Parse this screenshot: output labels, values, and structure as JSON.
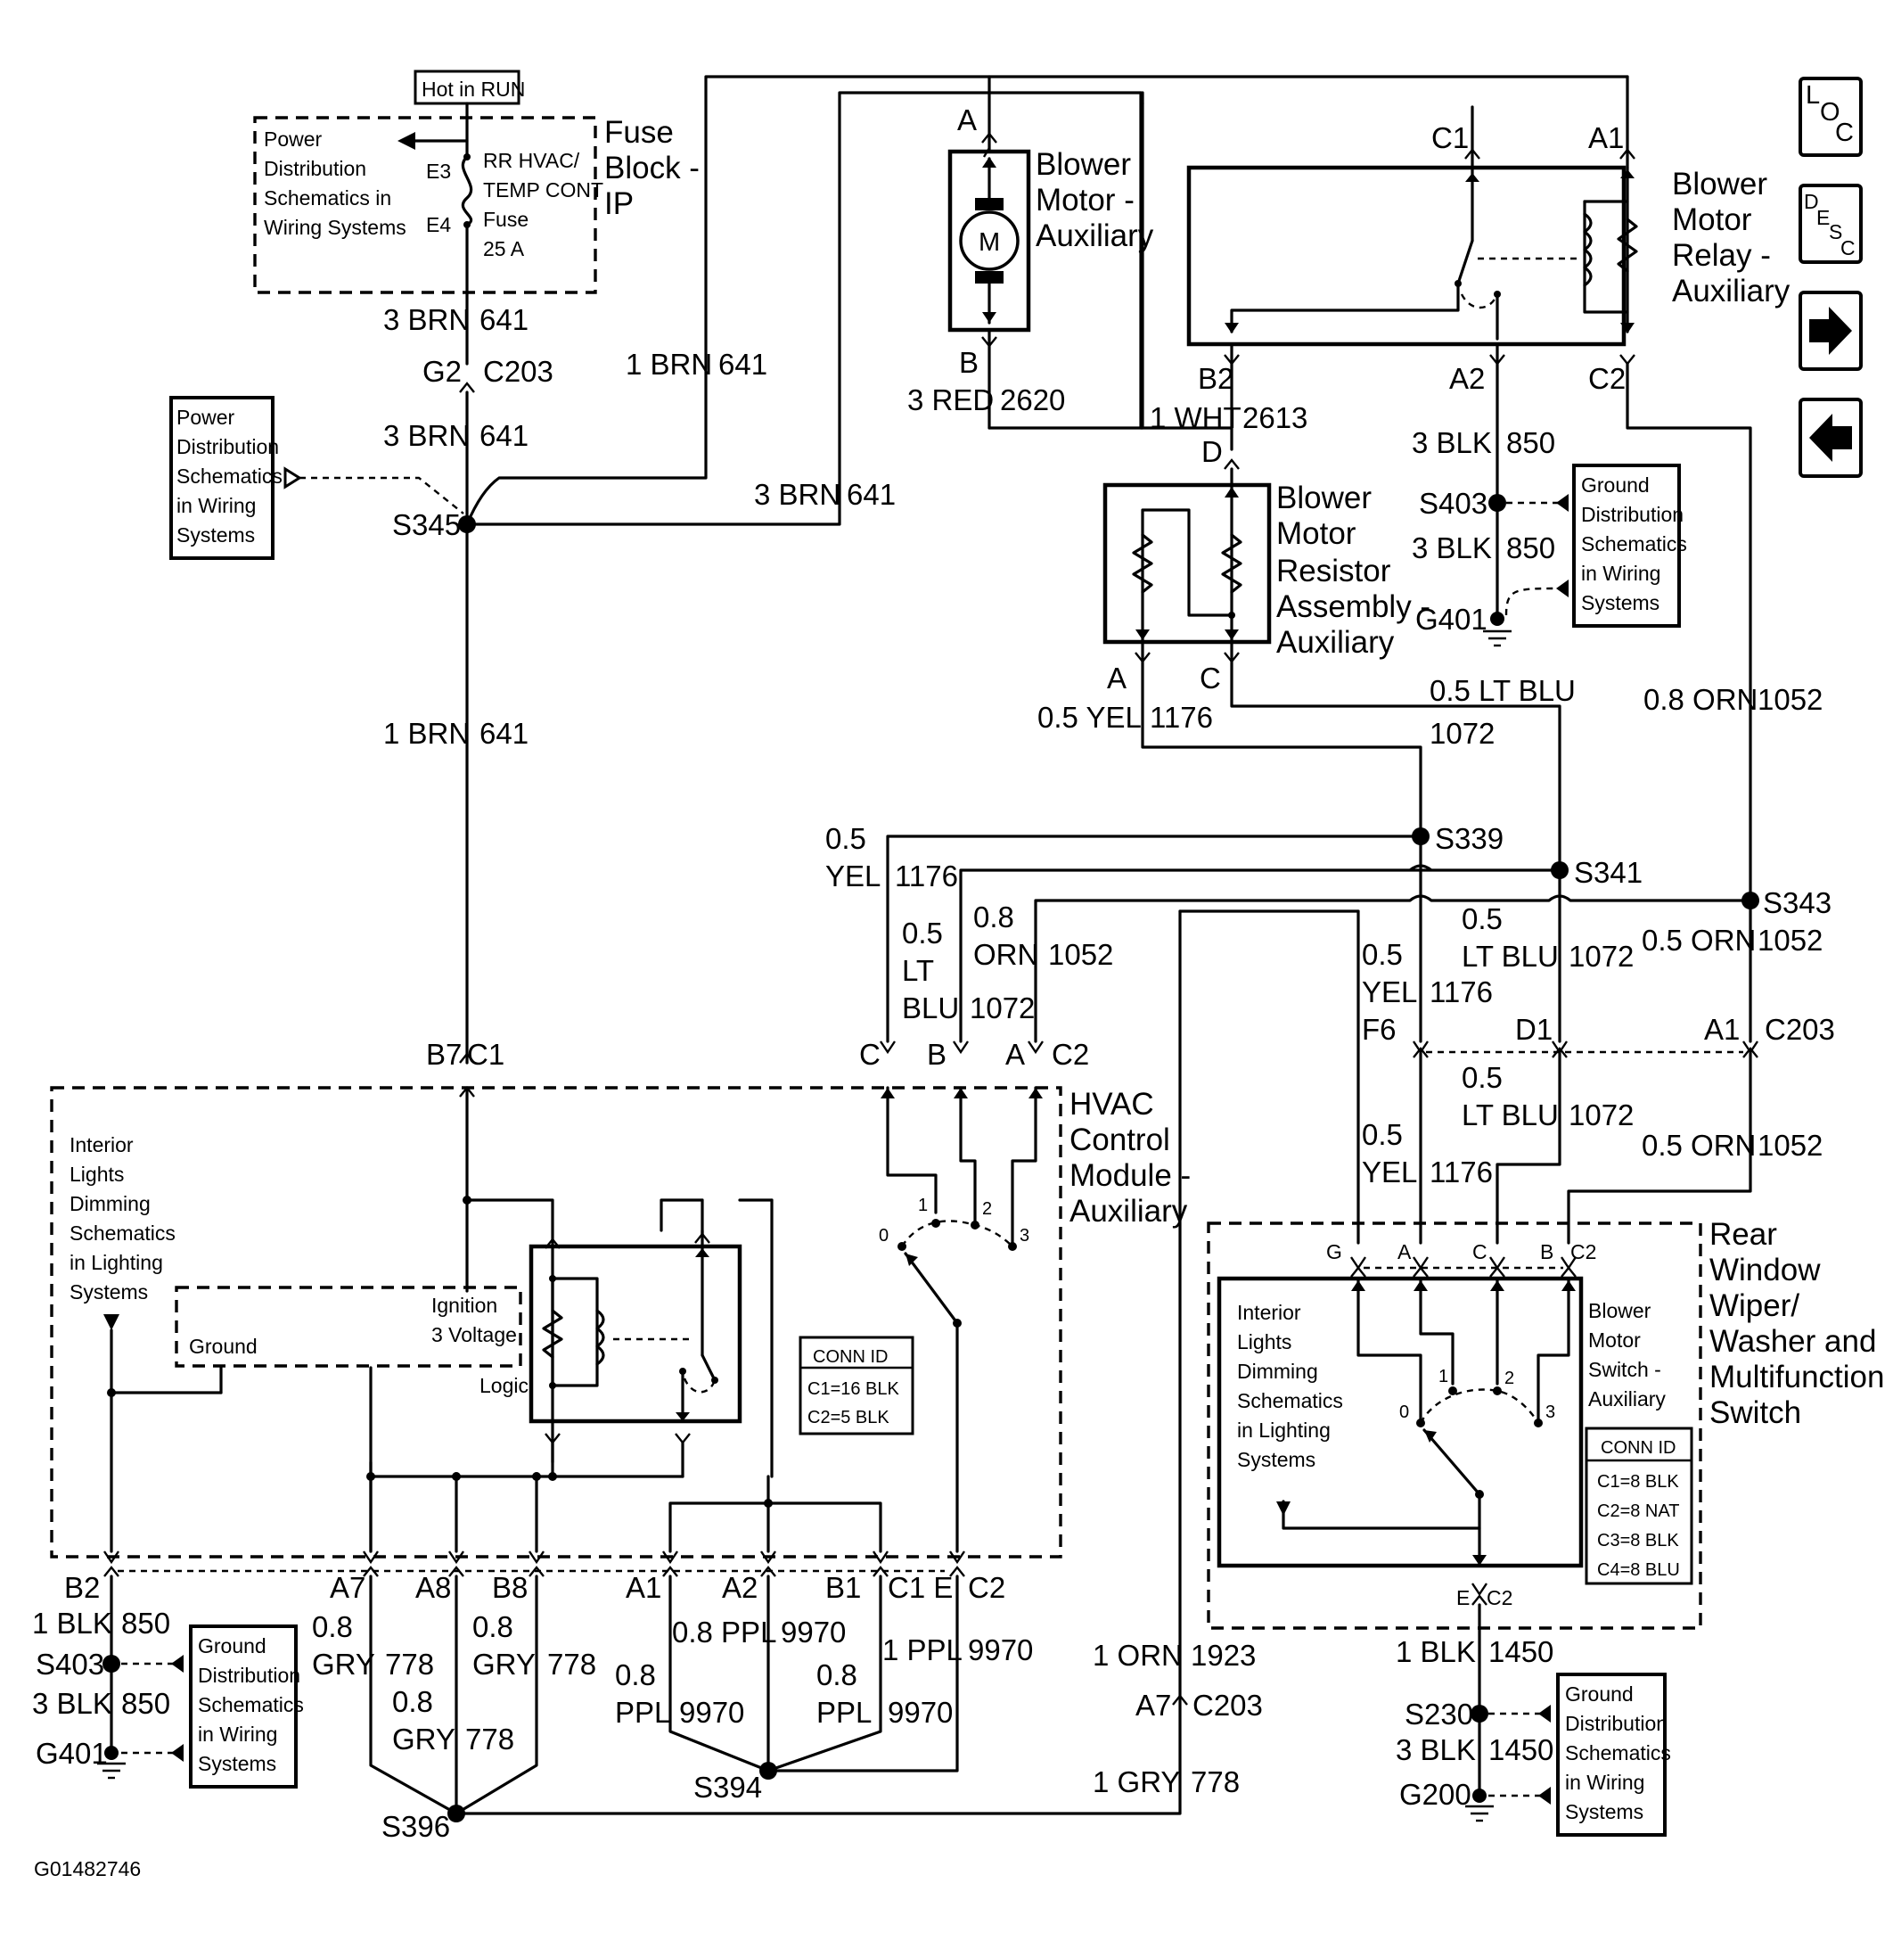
{
  "figure_id": "G01482746",
  "nav": {
    "loc_icon": "LOC",
    "desc_icon": "DESC",
    "next_icon": "arrow-right",
    "prev_icon": "arrow-left"
  },
  "fuse_block": {
    "hot_label": "Hot in RUN",
    "title_l1": "Fuse",
    "title_l2": "Block -",
    "title_l3": "IP",
    "ref_l1": "Power",
    "ref_l2": "Distribution",
    "ref_l3": "Schematics in",
    "ref_l4": "Wiring Systems",
    "pin_top": "E3",
    "pin_bottom": "E4",
    "fuse_l1": "RR HVAC/",
    "fuse_l2": "TEMP CONT",
    "fuse_l3": "Fuse",
    "fuse_l4": "25 A"
  },
  "power_ref": {
    "l1": "Power",
    "l2": "Distribution",
    "l3": "Schematics",
    "l4": "in Wiring",
    "l5": "Systems"
  },
  "ground_ref": {
    "l1": "Ground",
    "l2": "Distribution",
    "l3": "Schematics",
    "l4": "in Wiring",
    "l5": "Systems"
  },
  "blower_motor": {
    "title_l1": "Blower",
    "title_l2": "Motor -",
    "title_l3": "Auxiliary",
    "pin_a": "A",
    "pin_b": "B",
    "symbol": "M"
  },
  "relay": {
    "title_l1": "Blower",
    "title_l2": "Motor",
    "title_l3": "Relay -",
    "title_l4": "Auxiliary",
    "c1": "C1",
    "a1": "A1",
    "b2": "B2",
    "a2": "A2",
    "c2": "C2"
  },
  "resistor": {
    "title_l1": "Blower",
    "title_l2": "Motor",
    "title_l3": "Resistor",
    "title_l4": "Assembly -",
    "title_l5": "Auxiliary",
    "pin_d": "D",
    "pin_a": "A",
    "pin_c": "C"
  },
  "hvac": {
    "title_l1": "HVAC",
    "title_l2": "Control",
    "title_l3": "Module -",
    "title_l4": "Auxiliary",
    "ignition_l1": "Ignition",
    "ignition_l2": "3 Voltage",
    "ground": "Ground",
    "logic": "Logic",
    "interior_l1": "Interior",
    "interior_l2": "Lights",
    "interior_l3": "Dimming",
    "interior_l4": "Schematics",
    "interior_l5": "in Lighting",
    "interior_l6": "Systems",
    "conn_title": "CONN ID",
    "conn_c1": "C1=16 BLK",
    "conn_c2": "C2=5 BLK",
    "pos0": "0",
    "pos1": "1",
    "pos2": "2",
    "pos3": "3",
    "pin_c": "C",
    "pin_b": "B",
    "pin_a": "A",
    "conn_c2_lbl": "C2",
    "pin_b7": "B7",
    "conn_c1_lbl": "C1",
    "pin_b2": "B2",
    "pin_a7": "A7",
    "pin_a8": "A8",
    "pin_b8": "B8",
    "pin_a1": "A1",
    "pin_a2": "A2",
    "pin_b1": "B1",
    "pin_c1e": "C1 E",
    "pin_c2": "C2"
  },
  "switch": {
    "title_l1": "Rear",
    "title_l2": "Window",
    "title_l3": "Wiper/",
    "title_l4": "Washer and",
    "title_l5": "Multifunction",
    "title_l6": "Switch",
    "sub_l1": "Blower",
    "sub_l2": "Motor",
    "sub_l3": "Switch -",
    "sub_l4": "Auxiliary",
    "interior_l1": "Interior",
    "interior_l2": "Lights",
    "interior_l3": "Dimming",
    "interior_l4": "Schematics",
    "interior_l5": "in Lighting",
    "interior_l6": "Systems",
    "conn_title": "CONN ID",
    "conn_c1": "C1=8 BLK",
    "conn_c2": "C2=8 NAT",
    "conn_c3": "C3=8 BLK",
    "conn_c4": "C4=8 BLU",
    "pin_g": "G",
    "pin_a": "A",
    "pin_c": "C",
    "pin_b": "B",
    "pin_c2": "C2",
    "pos0": "0",
    "pos1": "1",
    "pos2": "2",
    "pos3": "3",
    "pin_e": "E",
    "pin_c2b": "C2"
  },
  "splices": {
    "s345": "S345",
    "s339": "S339",
    "s341": "S341",
    "s343": "S343",
    "s403_top": "S403",
    "g401_top": "G401",
    "s403_bot": "S403",
    "g401_bot": "G401",
    "s396": "S396",
    "s394": "S394",
    "s230": "S230",
    "g200": "G200"
  },
  "connectors": {
    "g2": "G2",
    "c203_top": "C203",
    "f6": "F6",
    "d1": "D1",
    "a1": "A1",
    "c203_mid": "C203",
    "a7": "A7",
    "c203_bot": "C203"
  },
  "wires": {
    "w3brn641a": {
      "gauge": "3 BRN",
      "circuit": "641"
    },
    "w3brn641b": {
      "gauge": "3 BRN",
      "circuit": "641"
    },
    "w1brn641a": {
      "gauge": "1 BRN",
      "circuit": "641"
    },
    "w3brn641c": {
      "gauge": "3 BRN",
      "circuit": "641"
    },
    "w1brn641b": {
      "gauge": "1 BRN",
      "circuit": "641"
    },
    "w3red2620": {
      "gauge": "3 RED",
      "circuit": "2620"
    },
    "w1wht2613": {
      "gauge": "1 WHT",
      "circuit": "2613"
    },
    "w3blk850a": {
      "gauge": "3 BLK",
      "circuit": "850"
    },
    "w3blk850b": {
      "gauge": "3 BLK",
      "circuit": "850"
    },
    "w05yel1176a": {
      "gauge": "0.5 YEL",
      "circuit": "1176"
    },
    "w05ltblu1072a": {
      "gauge": "0.5 LT BLU",
      "circuit": "1072"
    },
    "w08orn1052a": {
      "gauge": "0.8 ORN",
      "circuit": "1052"
    },
    "w05yel1176b": {
      "gauge_l1": "0.5",
      "gauge_l2": "YEL",
      "circuit": "1176"
    },
    "w05ltblu1072b": {
      "gauge_l1": "0.5",
      "gauge_l2": "LT",
      "gauge_l3": "BLU",
      "circuit": "1072"
    },
    "w08orn1052b": {
      "gauge_l1": "0.8",
      "gauge_l2": "ORN",
      "circuit": "1052"
    },
    "w05yel1176c": {
      "gauge_l1": "0.5",
      "gauge_l2": "YEL",
      "circuit": "1176"
    },
    "w05ltblu1072c": {
      "gauge_l1": "0.5",
      "gauge_l2": "LT BLU",
      "circuit": "1072"
    },
    "w05orn1052c": {
      "gauge": "0.5 ORN",
      "circuit": "1052"
    },
    "w05ltblu1072d": {
      "gauge_l1": "0.5",
      "gauge_l2": "LT BLU",
      "circuit": "1072"
    },
    "w05orn1052d": {
      "gauge": "0.5 ORN",
      "circuit": "1052"
    },
    "w05yel1176d": {
      "gauge_l1": "0.5",
      "gauge_l2": "YEL",
      "circuit": "1176"
    },
    "w1blk850": {
      "gauge": "1 BLK",
      "circuit": "850"
    },
    "w3blk850c": {
      "gauge": "3 BLK",
      "circuit": "850"
    },
    "w08gry778a": {
      "gauge_l1": "0.8",
      "gauge_l2": "GRY",
      "circuit": "778"
    },
    "w08gry778b": {
      "gauge_l1": "0.8",
      "gauge_l2": "GRY",
      "circuit": "778"
    },
    "w08gry778c": {
      "gauge_l1": "0.8",
      "gauge_l2": "GRY",
      "circuit": "778"
    },
    "w08ppl9970a": {
      "gauge": "0.8 PPL",
      "circuit": "9970"
    },
    "w08ppl9970b": {
      "gauge_l1": "0.8",
      "gauge_l2": "PPL",
      "circuit": "9970"
    },
    "w08ppl9970c": {
      "gauge_l1": "0.8",
      "gauge_l2": "PPL",
      "circuit": "9970"
    },
    "w1ppl9970": {
      "gauge": "1 PPL",
      "circuit": "9970"
    },
    "w1orn1923": {
      "gauge": "1 ORN",
      "circuit": "1923"
    },
    "w1gry778": {
      "gauge": "1 GRY",
      "circuit": "778"
    },
    "w1blk1450": {
      "gauge": "1 BLK",
      "circuit": "1450"
    },
    "w3blk1450": {
      "gauge": "3 BLK",
      "circuit": "1450"
    }
  }
}
